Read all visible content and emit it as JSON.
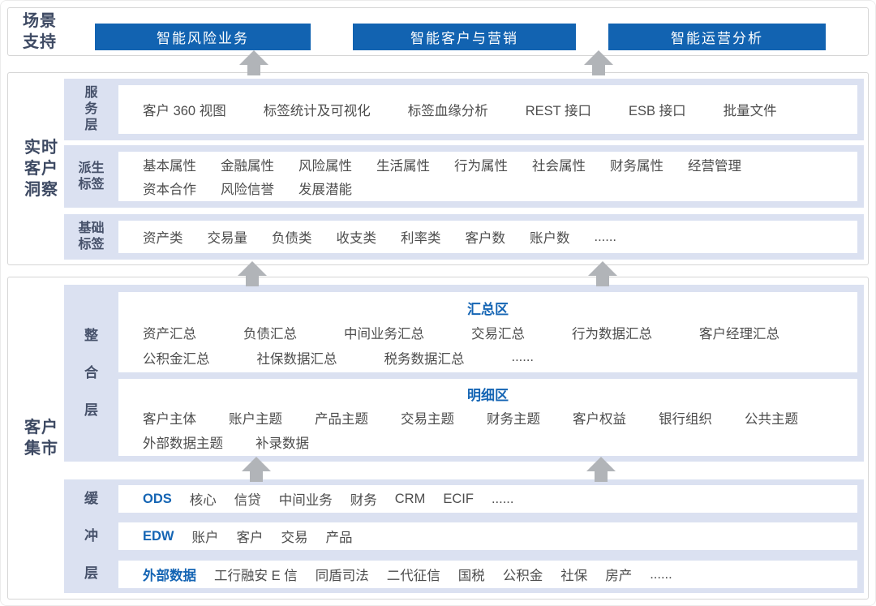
{
  "colors": {
    "button_blue": "#1263b1",
    "accent_blue": "#1565b4",
    "row_background": "#dbe1f1",
    "label_dark": "#3e4a63",
    "item_gray": "#4d4d4d",
    "arrow_gray": "#b1b4b8"
  },
  "scenario": {
    "label": "场景\n支持",
    "buttons": [
      "智能风险业务",
      "智能客户与营销",
      "智能运营分析"
    ]
  },
  "insight": {
    "label": "实时\n客户\n洞察",
    "rows": [
      {
        "label": "服\n务\n层",
        "lines": [
          [
            "客户 360 视图",
            "标签统计及可视化",
            "标签血缘分析",
            "REST 接口",
            "ESB 接口",
            "批量文件"
          ]
        ]
      },
      {
        "label": "派生\n标签",
        "lines": [
          [
            "基本属性",
            "金融属性",
            "风险属性",
            "生活属性",
            "行为属性",
            "社会属性",
            "财务属性",
            "经营管理"
          ],
          [
            "资本合作",
            "风险信誉",
            "发展潜能"
          ]
        ]
      },
      {
        "label": "基础\n标签",
        "lines": [
          [
            "资产类",
            "交易量",
            "负债类",
            "收支类",
            "利率类",
            "客户数",
            "账户数",
            "......"
          ]
        ]
      }
    ]
  },
  "mart": {
    "label": "客户\n集市",
    "integration": {
      "label": "整\n合\n层",
      "zones": [
        {
          "title": "汇总区",
          "lines": [
            [
              "资产汇总",
              "负债汇总",
              "中间业务汇总",
              "交易汇总",
              "行为数据汇总",
              "客户经理汇总"
            ],
            [
              "公积金汇总",
              "社保数据汇总",
              "税务数据汇总",
              "......"
            ]
          ]
        },
        {
          "title": "明细区",
          "lines": [
            [
              "客户主体",
              "账户主题",
              "产品主题",
              "交易主题",
              "财务主题",
              "客户权益",
              "银行组织",
              "公共主题"
            ],
            [
              "外部数据主题",
              "补录数据"
            ]
          ]
        }
      ]
    },
    "buffer": {
      "label": "缓\n冲\n层",
      "rows": [
        {
          "lead": "ODS",
          "items": [
            "核心",
            "信贷",
            "中间业务",
            "财务",
            "CRM",
            "ECIF",
            "......"
          ]
        },
        {
          "lead": "EDW",
          "items": [
            "账户",
            "客户",
            "交易",
            "产品"
          ]
        },
        {
          "lead": "外部数据",
          "items": [
            "工行融安 E 信",
            "同盾司法",
            "二代征信",
            "国税",
            "公积金",
            "社保",
            "房产",
            "......"
          ]
        }
      ]
    }
  }
}
